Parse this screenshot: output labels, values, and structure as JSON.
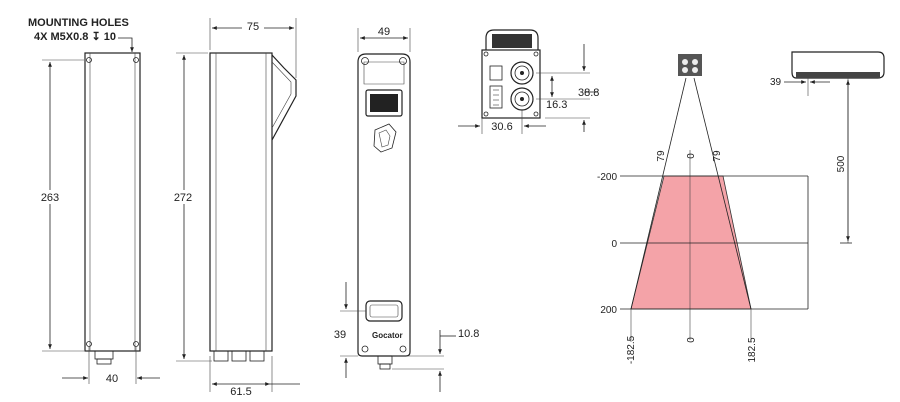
{
  "mounting_holes": {
    "title": "MOUNTING HOLES",
    "spec": "4X M5X0.8 ↧ 10"
  },
  "front_view": {
    "height": "263",
    "hole_spacing": "40"
  },
  "side_view": {
    "depth": "75",
    "height": "272",
    "base_depth": "61.5"
  },
  "rear_view": {
    "width": "49",
    "window_height": "39",
    "connector_offset": "10.8",
    "logo": "Gocator"
  },
  "top_view": {
    "dim_a": "38.8",
    "dim_b": "16.3",
    "dim_c": "30.6"
  },
  "field_of_view": {
    "angle_left": "79",
    "angle_center": "0",
    "angle_right": "79",
    "y_labels": [
      "-200",
      "0",
      "200"
    ],
    "x_labels": [
      "-182.5",
      "0",
      "182.5"
    ],
    "clearance": "39",
    "standoff": "500",
    "fill_color": "#f4a3a8"
  }
}
